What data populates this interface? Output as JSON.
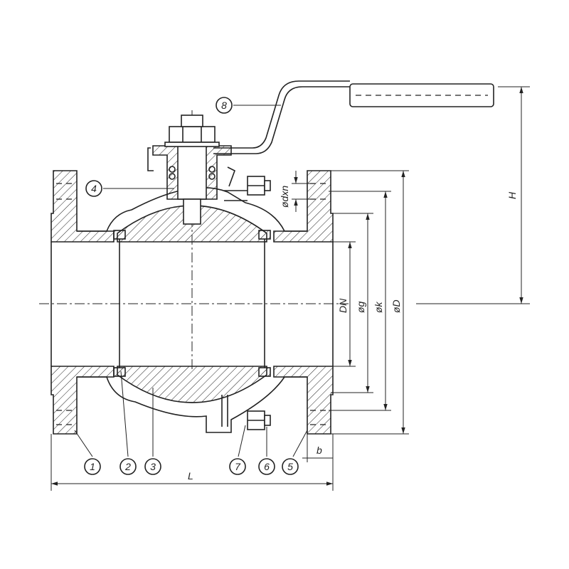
{
  "callouts": [
    "1",
    "2",
    "3",
    "4",
    "5",
    "6",
    "7",
    "8"
  ],
  "dimensions": {
    "L": "L",
    "b": "b",
    "H": "H",
    "DN": "DN",
    "g": "øg",
    "k": "øk",
    "D": "øD",
    "dxn": "ødxn"
  }
}
